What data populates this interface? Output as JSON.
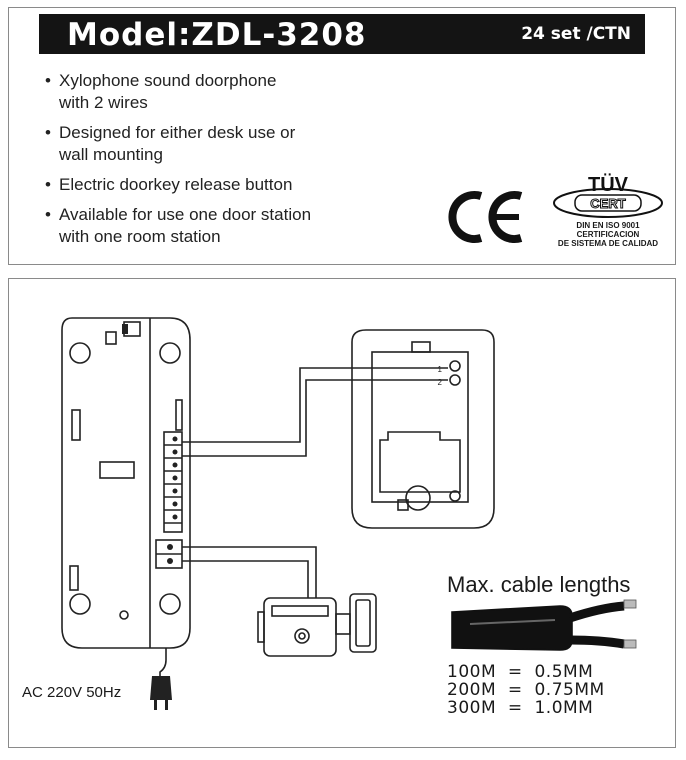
{
  "header": {
    "model": "Model:ZDL-3208",
    "packing": "24 set /CTN"
  },
  "features": [
    {
      "line1": "Xylophone sound doorphone",
      "line2": "with 2 wires"
    },
    {
      "line1": "Designed for either desk use or",
      "line2": "wall mounting"
    },
    {
      "line1": "Electric doorkey release button",
      "line2": ""
    },
    {
      "line1": "Available for use one door station",
      "line2": "with one room station"
    }
  ],
  "certifications": {
    "ce": "CE",
    "tuv_logo_text": "TÜV CERT",
    "tuv_line1": "DIN EN ISO 9001",
    "tuv_line2": "CERTIFICACION",
    "tuv_line3": "DE SISTEMA DE CALIDAD"
  },
  "diagram": {
    "power_label": "AC 220V 50Hz",
    "terminal_1": "1",
    "terminal_2": "2",
    "cable_title": "Max. cable lengths",
    "cable_specs": [
      "100M  =  0.5MM",
      "200M  =  0.75MM",
      "300M  =  1.0MM"
    ]
  },
  "colors": {
    "banner_background": "#141414",
    "banner_text": "#ffffff",
    "line_art": "#222222"
  }
}
